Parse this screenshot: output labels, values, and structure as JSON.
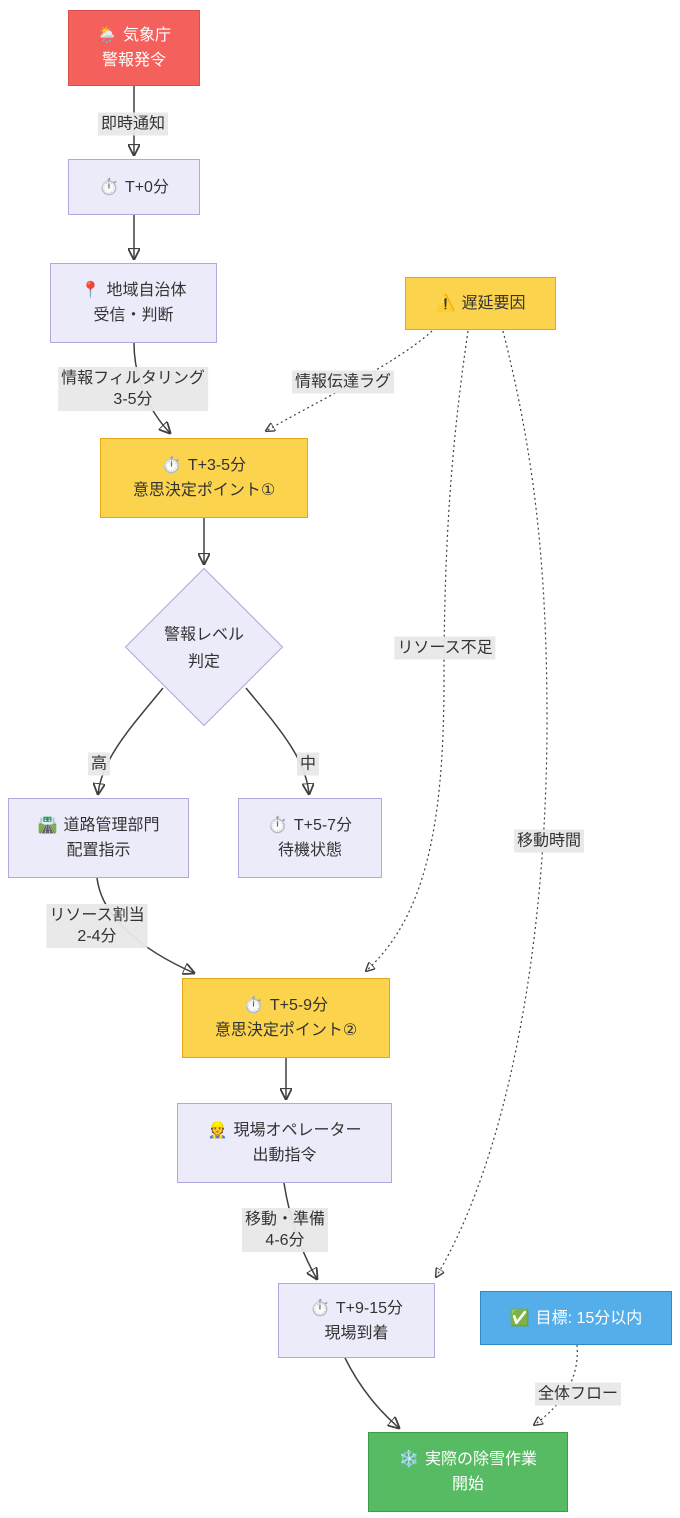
{
  "diagram_type": "flowchart",
  "colors": {
    "alert_red": "#f4605c",
    "decision_yellow": "#fcd34d",
    "process_lavender": "#ecebfa",
    "goal_blue": "#54aeea",
    "start_green": "#57bb63",
    "edge_gray": "#404040",
    "label_bg": "#e8e8e8"
  },
  "nodes": {
    "weather": {
      "icon": "🌦️",
      "line1": "気象庁",
      "line2": "警報発令"
    },
    "t0": {
      "icon": "⏱️",
      "line1": "T+0分"
    },
    "municipality": {
      "icon": "📍",
      "line1": "地域自治体",
      "line2": "受信・判断"
    },
    "delay": {
      "icon": "⚠️",
      "line1": "遅延要因"
    },
    "decision1": {
      "icon": "⏱️",
      "line1": "T+3-5分",
      "line2": "意思決定ポイント①"
    },
    "alert_level": {
      "line1": "警報レベル",
      "line2": "判定"
    },
    "road_dept": {
      "icon": "🛣️",
      "line1": "道路管理部門",
      "line2": "配置指示"
    },
    "standby": {
      "icon": "⏱️",
      "line1": "T+5-7分",
      "line2": "待機状態"
    },
    "decision2": {
      "icon": "⏱️",
      "line1": "T+5-9分",
      "line2": "意思決定ポイント②"
    },
    "operator": {
      "icon": "👷",
      "line1": "現場オペレーター",
      "line2": "出動指令"
    },
    "arrival": {
      "icon": "⏱️",
      "line1": "T+9-15分",
      "line2": "現場到着"
    },
    "goal": {
      "icon": "✅",
      "line1": "目標: 15分以内"
    },
    "snow_work": {
      "icon": "❄️",
      "line1": "実際の除雪作業",
      "line2": "開始"
    }
  },
  "edge_labels": {
    "immediate": "即時通知",
    "filtering_line1": "情報フィルタリング",
    "filtering_line2": "3-5分",
    "info_lag": "情報伝達ラグ",
    "high": "高",
    "mid": "中",
    "resource_alloc_line1": "リソース割当",
    "resource_alloc_line2": "2-4分",
    "resource_short": "リソース不足",
    "travel_time": "移動時間",
    "move_prep_line1": "移動・準備",
    "move_prep_line2": "4-6分",
    "overall_flow": "全体フロー"
  }
}
